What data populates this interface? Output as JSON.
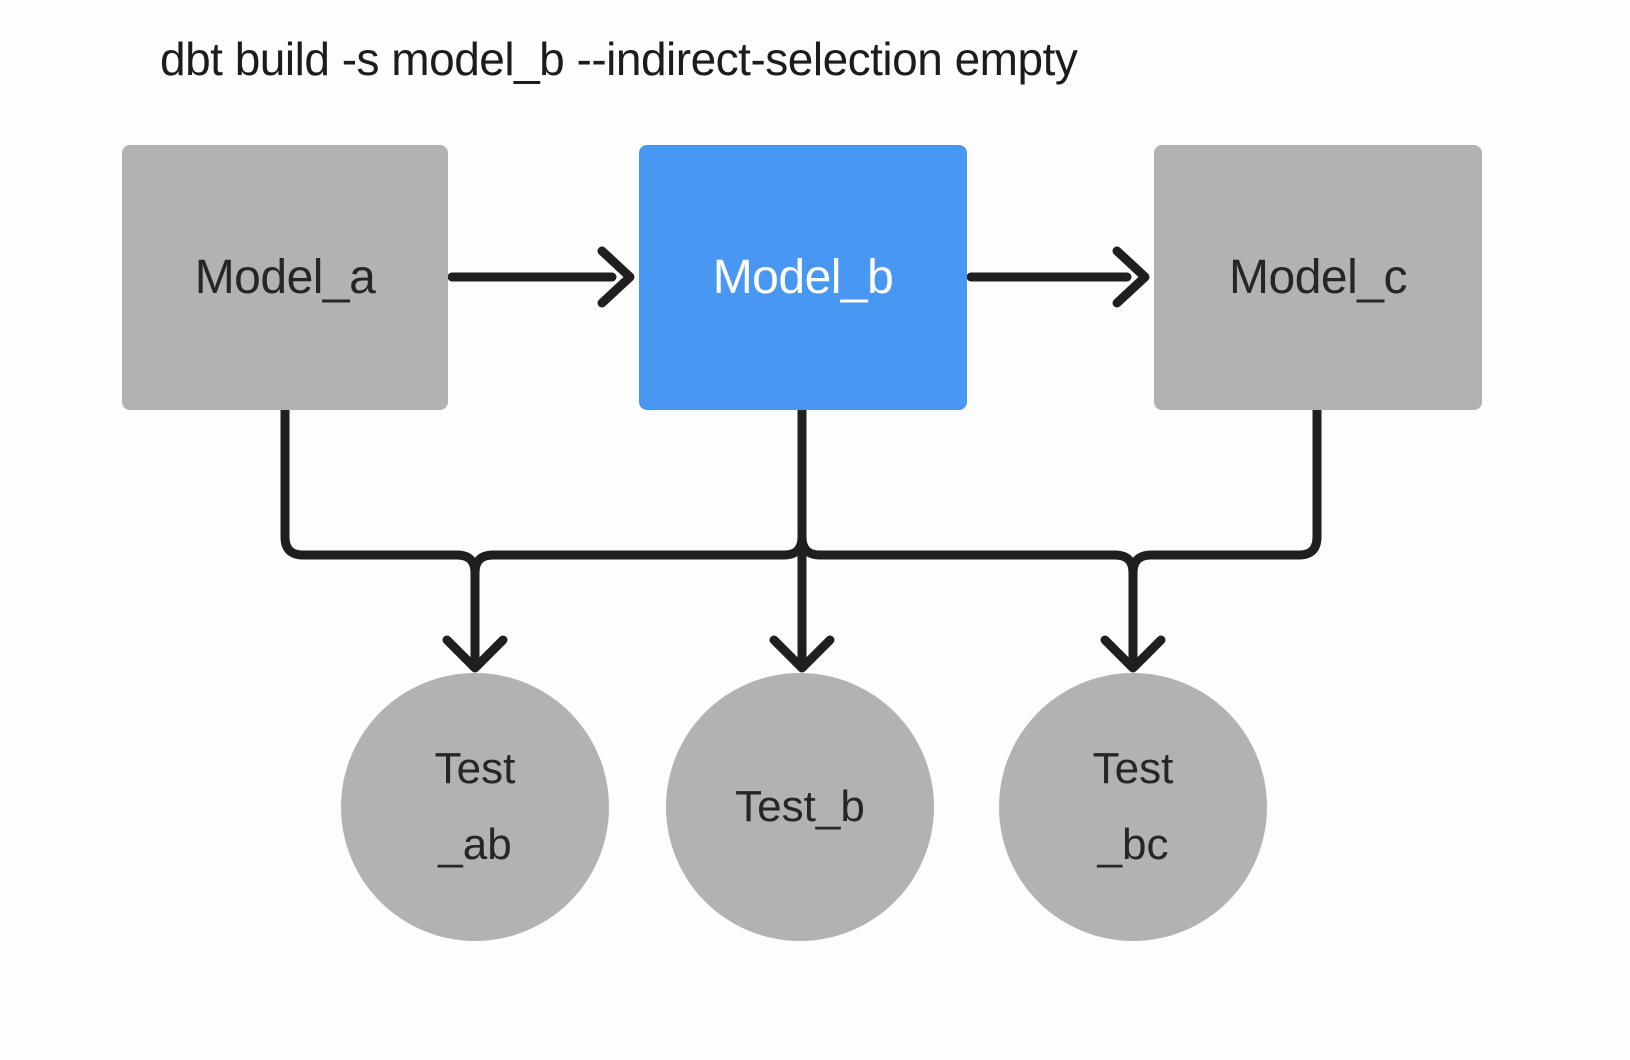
{
  "diagram": {
    "title": "dbt build -s model_b --indirect-selection empty",
    "model_nodes": [
      {
        "id": "model_a",
        "label": "Model_a",
        "selected": false
      },
      {
        "id": "model_b",
        "label": "Model_b",
        "selected": true
      },
      {
        "id": "model_c",
        "label": "Model_c",
        "selected": false
      }
    ],
    "test_nodes": [
      {
        "id": "test_ab",
        "lines": [
          "Test",
          "_ab"
        ]
      },
      {
        "id": "test_b",
        "lines": [
          "Test_b"
        ]
      },
      {
        "id": "test_bc",
        "lines": [
          "Test",
          "_bc"
        ]
      }
    ],
    "edges": [
      {
        "from": "model_a",
        "to": "model_b"
      },
      {
        "from": "model_b",
        "to": "model_c"
      },
      {
        "from": "model_a",
        "to": "test_ab"
      },
      {
        "from": "model_b",
        "to": "test_ab"
      },
      {
        "from": "model_b",
        "to": "test_b"
      },
      {
        "from": "model_b",
        "to": "test_bc"
      },
      {
        "from": "model_c",
        "to": "test_bc"
      }
    ],
    "colors": {
      "background": "#fdfdfd",
      "node_default": "#b2b2b2",
      "node_selected": "#4897f2",
      "edge": "#1f1f1f",
      "text_dark": "#262626",
      "text_on_selected": "#ffffff"
    }
  }
}
